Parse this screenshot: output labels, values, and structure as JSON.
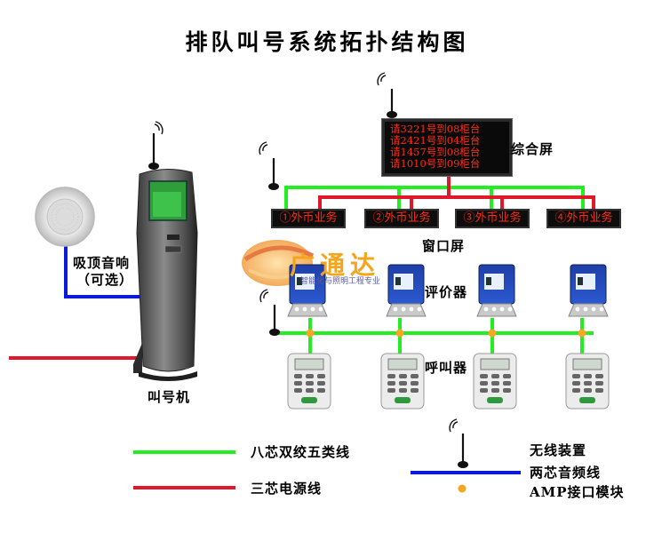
{
  "title": "排队叫号系统拓扑结构图",
  "composite_screen": {
    "lines": [
      "请3221号到08柜台",
      "请2421号到04柜台",
      "请1457号到08柜台",
      "请1010号到09柜台"
    ],
    "label": "综合屏"
  },
  "window_screens": {
    "items": [
      "①外币业务",
      "②外币业务",
      "③外币业务",
      "④外币业务"
    ],
    "label": "窗口屏"
  },
  "evaluator_label": "评价器",
  "caller_label": "呼叫器",
  "kiosk_label": "叫号机",
  "speaker_label_line1": "吸顶音响",
  "speaker_label_line2": "（可选）",
  "watermark": {
    "brand": "广通达",
    "slogan": "智能化与照明工程专业"
  },
  "legend": {
    "green_line": "八芯双绞五类线",
    "red_line": "三芯电源线",
    "wireless": "无线装置",
    "blue_line": "两芯音频线",
    "amp_module": "AMP接口模块"
  },
  "colors": {
    "green": "#22ee22",
    "red": "#e0182a",
    "blue": "#0a1ad8",
    "amp": "#f5a623",
    "led": "#ff2a12"
  }
}
